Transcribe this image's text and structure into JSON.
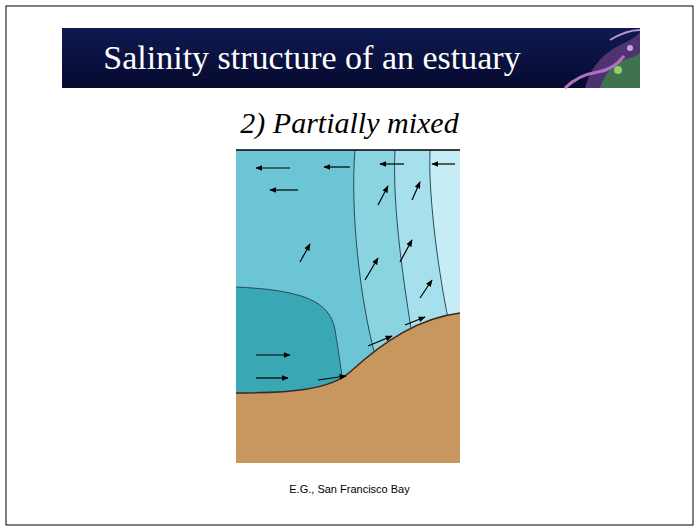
{
  "diagram": {
    "title": "Salinity structure of an estuary",
    "caption": "E.G., San Francisco Bay",
    "labels": [
      "2) Partially mixed"
    ]
  }
}
